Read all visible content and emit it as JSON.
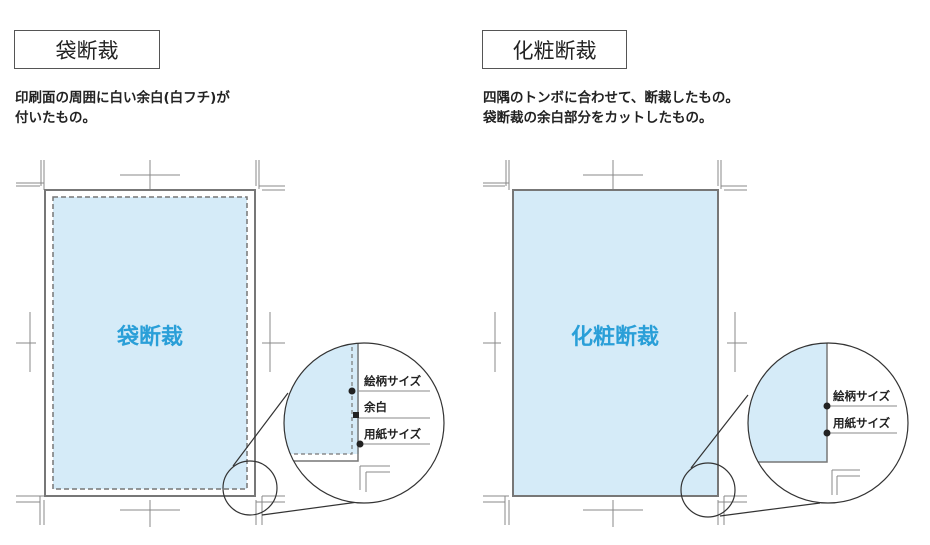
{
  "panels": [
    {
      "id": "fukuro",
      "title": "袋断裁",
      "description_lines": [
        "印刷面の周囲に白い余白(白フチ)が",
        "付いたもの。"
      ],
      "center_label": "袋断裁",
      "zoom_labels": [
        "絵柄サイズ",
        "余白",
        "用紙サイズ"
      ]
    },
    {
      "id": "kesho",
      "title": "化粧断裁",
      "description_lines": [
        "四隅のトンボに合わせて、断裁したもの。",
        "袋断裁の余白部分をカットしたもの。"
      ],
      "center_label": "化粧断裁",
      "zoom_labels": [
        "絵柄サイズ",
        "用紙サイズ"
      ]
    }
  ],
  "colors": {
    "fill": "#d5ebf8",
    "accent_text": "#2a9fd8",
    "border": "#777777",
    "trim_marks": "#888888"
  }
}
